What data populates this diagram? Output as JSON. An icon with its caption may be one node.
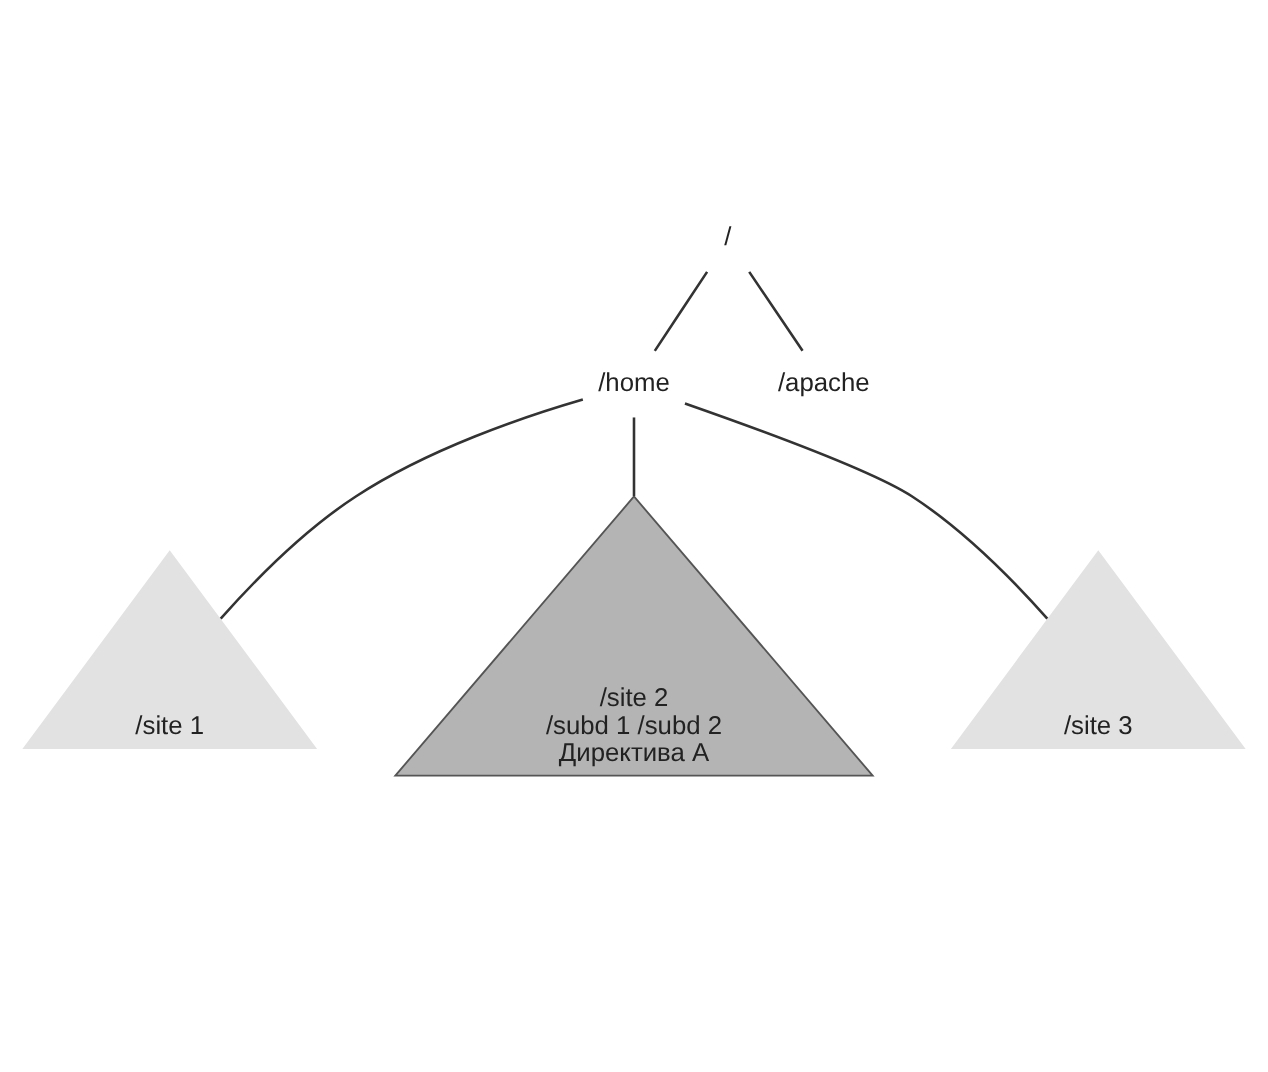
{
  "diagram": {
    "nodes": [
      {
        "text": [
          "/"
        ]
      },
      {
        "text": [
          "/home"
        ]
      },
      {
        "text": [
          "/apache"
        ]
      },
      {
        "text": [
          "/site 1"
        ]
      },
      {
        "text": [
          "/site 2",
          "/subd 1 /subd 2",
          "Директива А"
        ]
      },
      {
        "text": [
          "/site 3"
        ]
      }
    ],
    "edges": [
      {
        "from": 0,
        "to": 1,
        "arrow": "none"
      },
      {
        "from": 0,
        "to": 2,
        "arrow": "none"
      },
      {
        "from": 1,
        "to": 3,
        "arrow": "none"
      },
      {
        "from": 1,
        "to": 4,
        "arrow": "none"
      },
      {
        "from": 1,
        "to": 5,
        "arrow": "none"
      }
    ]
  }
}
